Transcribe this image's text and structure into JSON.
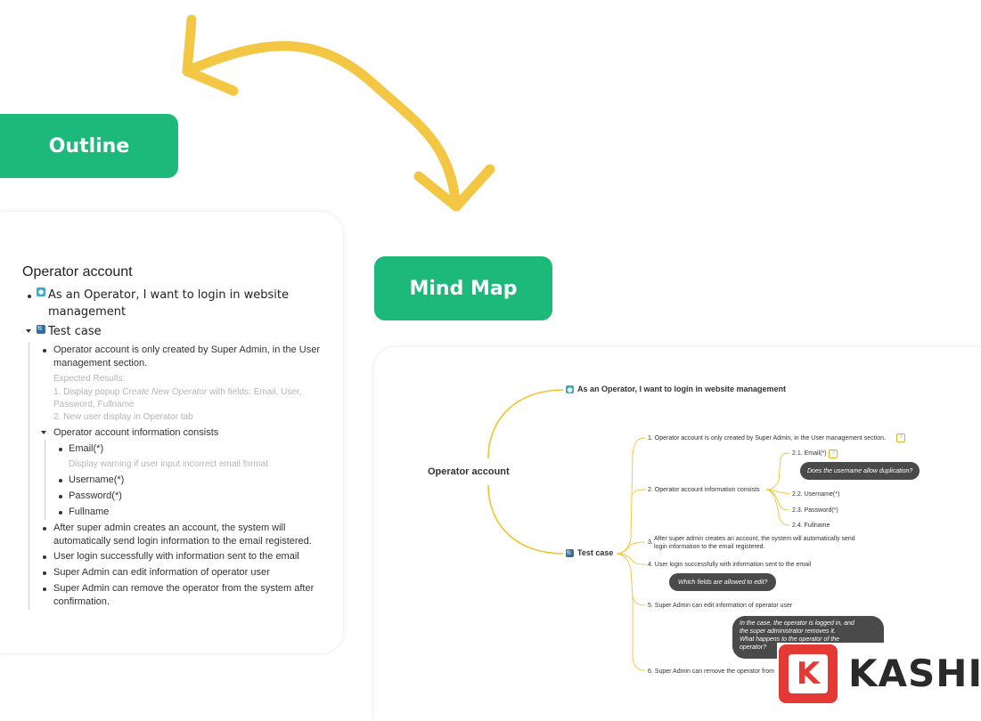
{
  "colors": {
    "accent_green": "#1db97a",
    "arrow_yellow": "#f3c744",
    "branch_yellow": "#f0c430",
    "kashi_red": "#e53935"
  },
  "labels": {
    "outline": "Outline",
    "mind_map": "Mind Map"
  },
  "outline": {
    "title": "Operator account",
    "story": "As an Operator, I want to login in website management",
    "test_case": "Test case",
    "items": {
      "i1": "Operator account is only created by Super Admin, in the User management section.",
      "expected_label": "Expected Results:",
      "expected_1_prefix": "1. Display popup ",
      "expected_1_italic": "Create New Operator",
      "expected_1_suffix": " with fields: Email, User, Password, Fullname",
      "expected_2": "2. New user display in Operator tab",
      "i2": "Operator account information consists",
      "email": "Email(*)",
      "email_note": "Display warning if user input incorrect email format",
      "username": "Username(*)",
      "password": "Password(*)",
      "fullname": "Fullname",
      "i3": "After super admin creates an account, the system will automatically send login information to the email registered.",
      "i4": "User login successfully with information sent to the email",
      "i5": "Super Admin can edit information of operator user",
      "i6": "Super Admin can remove the operator from the system after confirmation."
    }
  },
  "mindmap": {
    "root": "Operator account",
    "story": "As an Operator, I want to login in website management",
    "test_case": "Test case",
    "n1": "1. Operator account is only created by Super Admin, in the User management section.",
    "n2": "2. Operator account information consists",
    "n21": "2.1. Email(*)",
    "n22": "2.2. Username(*)",
    "n23": "2.3. Password(*)",
    "n24": "2.4. Fullname",
    "n3_num": "3.",
    "n3_a": "After super admin creates an account, the system will automatically send",
    "n3_b": "login information to the email registered.",
    "n4": "4. User login successfully with information sent to the email",
    "n5": "5. Super Admin can edit information of operator user",
    "n6": "6. Super Admin can remove the operator from",
    "bubble_dup": "Does the username allow duplication?",
    "bubble_edit": "Which fields are allowed to edit?",
    "bubble_remove": [
      "In the case, the operator is logged in, and",
      "the super administrator removes it.",
      "What happens to the operator of the",
      "operator?"
    ]
  },
  "logo": {
    "letter": "K",
    "name": "KASHI"
  },
  "icons": [
    "curved-double-arrow-icon",
    "story-icon",
    "search-icon",
    "question-icon",
    "speech-bubble-icon",
    "kashi-logo"
  ]
}
